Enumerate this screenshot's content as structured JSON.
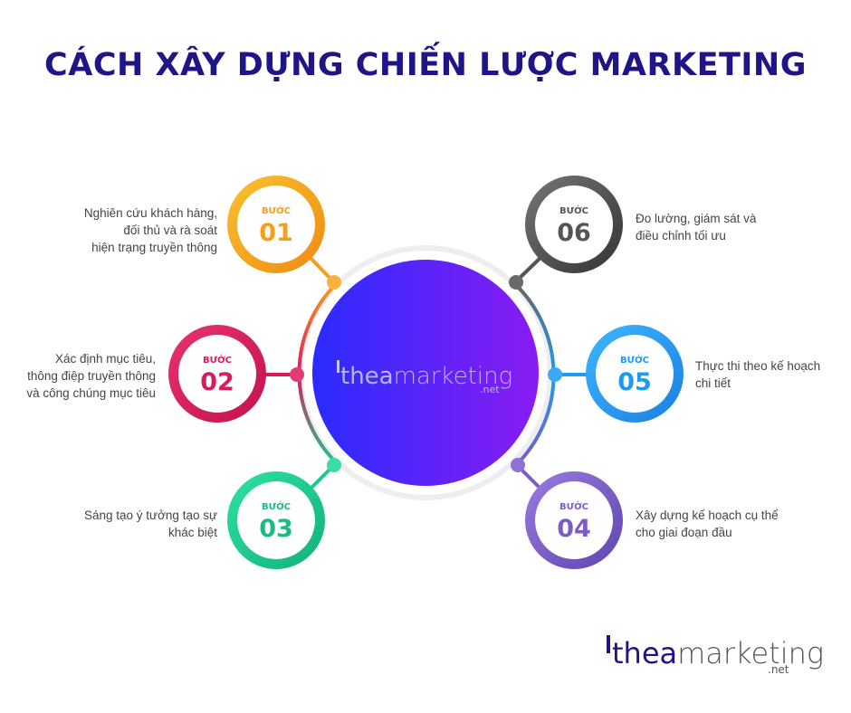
{
  "title": "CÁCH XÂY DỰNG CHIẾN LƯỢC MARKETING",
  "center_logo": {
    "thea": "thea",
    "marketing": "marketing",
    "net": ".net"
  },
  "footer_logo": {
    "thea": "thea",
    "marketing": "marketing",
    "net": ".net"
  },
  "colors": {
    "title": "#1f1587",
    "step1": "#f59e1b",
    "step2": "#d81b60",
    "step3": "#1fc98e",
    "step4": "#7b5cc7",
    "step5": "#1e9bf0",
    "step6": "#555555",
    "center_start": "#2a2bff",
    "center_end": "#8a1cf2"
  },
  "steps": [
    {
      "label": "BƯỚC",
      "number": "01",
      "desc": [
        "Nghiên cứu khách hàng,",
        "đối thủ và rà soát",
        "hiện trạng truyền thông"
      ]
    },
    {
      "label": "BƯỚC",
      "number": "02",
      "desc": [
        "Xác định mục tiêu,",
        "thông điệp truyền thông",
        "và công chúng mục tiêu"
      ]
    },
    {
      "label": "BƯỚC",
      "number": "03",
      "desc": [
        "Sáng tạo ý tưởng tạo sự",
        "khác biệt"
      ]
    },
    {
      "label": "BƯỚC",
      "number": "04",
      "desc": [
        "Xây dựng kế hoạch cụ thể",
        "cho giai đoạn đầu"
      ]
    },
    {
      "label": "BƯỚC",
      "number": "05",
      "desc": [
        "Thực thi theo kế hoạch",
        "chi tiết"
      ]
    },
    {
      "label": "BƯỚC",
      "number": "06",
      "desc": [
        "Đo lường, giám sát và",
        "điều chỉnh tối ưu"
      ]
    }
  ]
}
